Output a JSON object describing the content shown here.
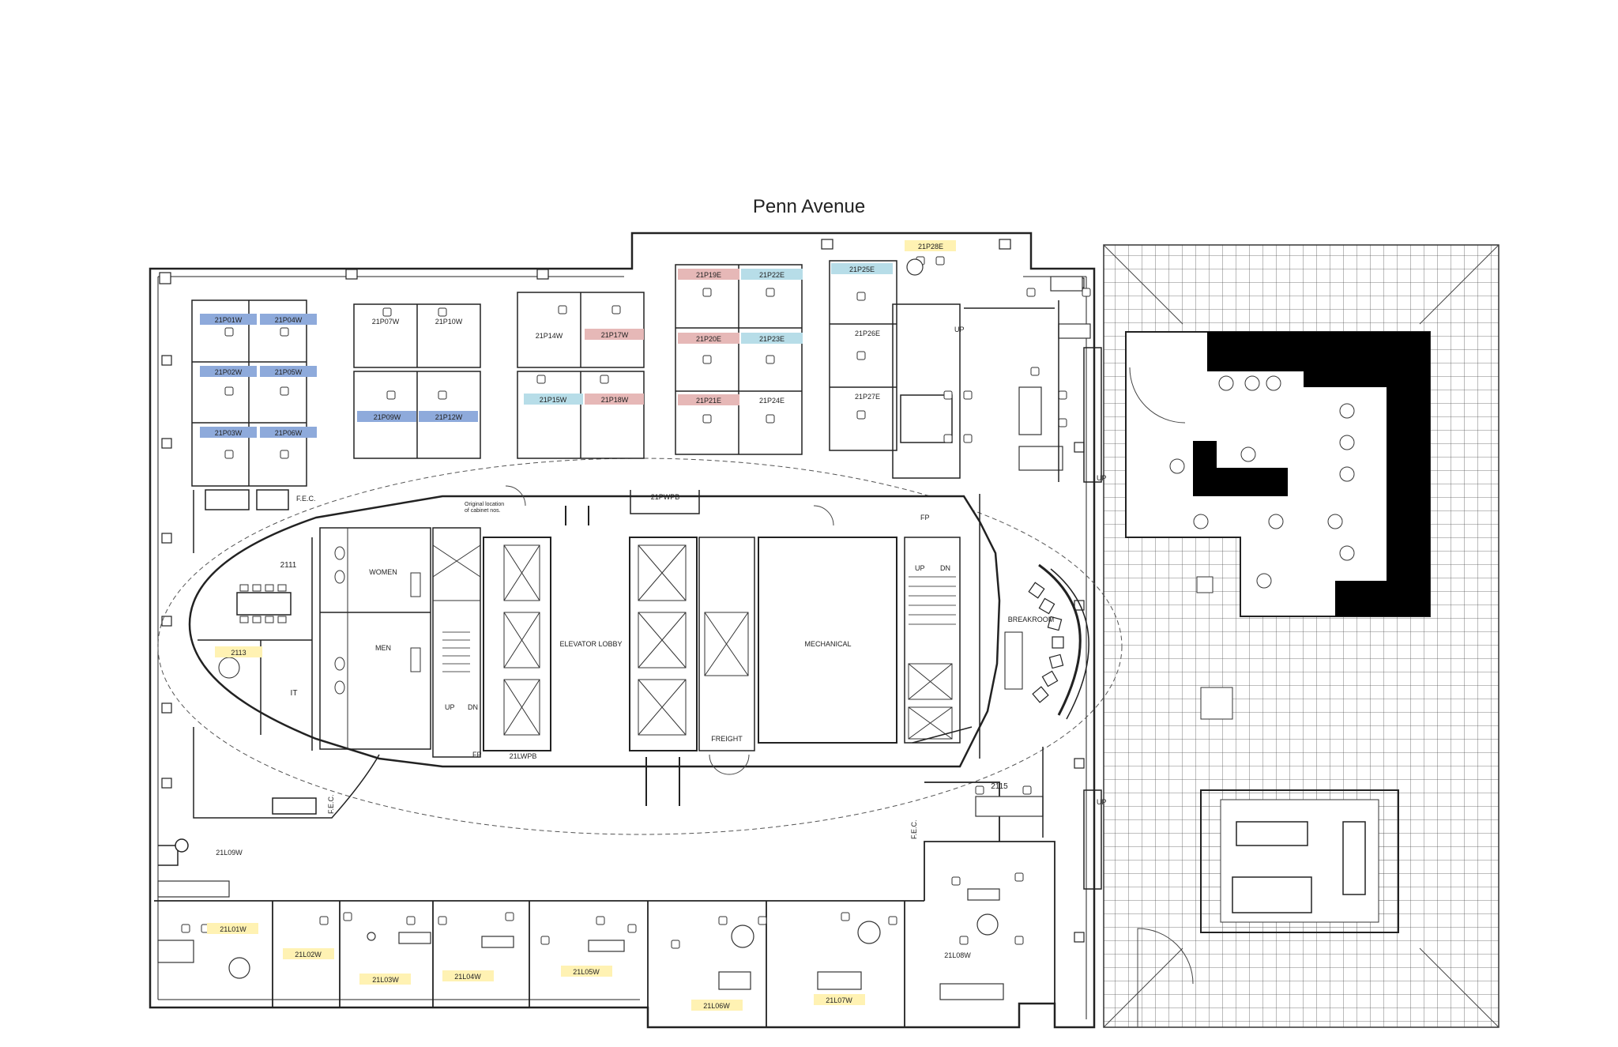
{
  "street": "Penn Avenue",
  "colors": {
    "blue": "#8eaadb",
    "light_blue": "#b7dde8",
    "pink": "#e6b8b7",
    "yellow": "#fff2b3",
    "black": "#000000"
  },
  "workstations": {
    "p01": "21P01W",
    "p02": "21P02W",
    "p03": "21P03W",
    "p04": "21P04W",
    "p05": "21P05W",
    "p06": "21P06W",
    "p07": "21P07W",
    "p09": "21P09W",
    "p10": "21P10W",
    "p12": "21P12W",
    "p14": "21P14W",
    "p15": "21P15W",
    "p17": "21P17W",
    "p18": "21P18W",
    "p19": "21P19E",
    "p20": "21P20E",
    "p21": "21P21E",
    "p22": "21P22E",
    "p23": "21P23E",
    "p24": "21P24E",
    "p25": "21P25E",
    "p26": "21P26E",
    "p27": "21P27E",
    "p28": "21P28E",
    "pwpb": "21PWPB",
    "lwpb": "21LWPB"
  },
  "offices": {
    "l01": "21L01W",
    "l02": "21L02W",
    "l03": "21L03W",
    "l04": "21L04W",
    "l05": "21L05W",
    "l06": "21L06W",
    "l07": "21L07W",
    "l08": "21L08W",
    "l09": "21L09W"
  },
  "rooms": {
    "r2111": "2111",
    "r2113": "2113",
    "r2115": "2115",
    "it": "IT",
    "women": "WOMEN",
    "men": "MEN",
    "elevator_lobby": "ELEVATOR LOBBY",
    "mechanical": "MECHANICAL",
    "freight": "FREIGHT",
    "breakroom": "BREAKROOM"
  },
  "annotations": {
    "up": "UP",
    "dn": "DN",
    "fp": "FP",
    "fec": "F.E.C.",
    "orig_1": "Original location",
    "orig_2": "of cabinet nos."
  }
}
